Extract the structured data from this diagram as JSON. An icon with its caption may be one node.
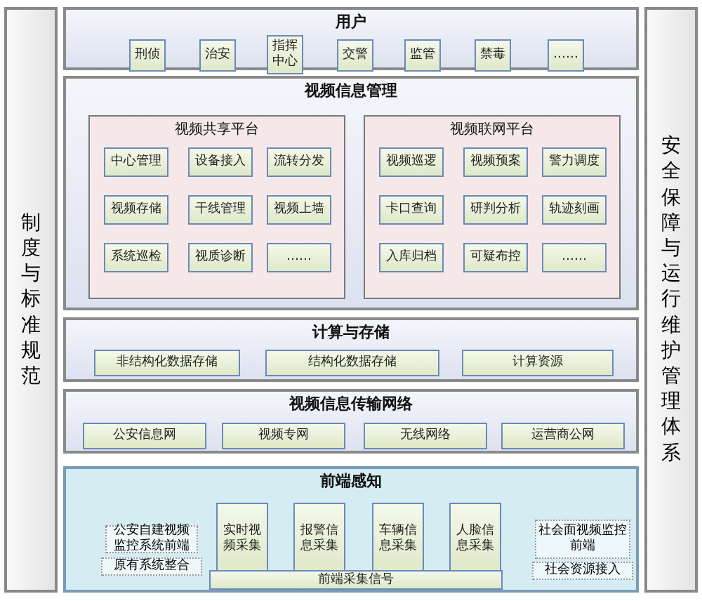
{
  "diagram": {
    "nodes": [
      {
        "text": [
          "用户"
        ]
      },
      {
        "text": [
          "刑侦"
        ],
        "in": 0
      },
      {
        "text": [
          "治安"
        ],
        "in": 0
      },
      {
        "text": [
          "指挥中心"
        ],
        "in": 0
      },
      {
        "text": [
          "交警"
        ],
        "in": 0
      },
      {
        "text": [
          "监管"
        ],
        "in": 0
      },
      {
        "text": [
          "禁毒"
        ],
        "in": 0
      },
      {
        "text": [
          "……"
        ],
        "in": 0
      },
      {
        "text": [
          "视频信息管理"
        ]
      },
      {
        "text": [
          "视频共享平台"
        ],
        "in": 8
      },
      {
        "text": [
          "中心管理"
        ],
        "in": 9
      },
      {
        "text": [
          "设备接入"
        ],
        "in": 9
      },
      {
        "text": [
          "流转分发"
        ],
        "in": 9
      },
      {
        "text": [
          "视频存储"
        ],
        "in": 9
      },
      {
        "text": [
          "干线管理"
        ],
        "in": 9
      },
      {
        "text": [
          "视频上墙"
        ],
        "in": 9
      },
      {
        "text": [
          "系统巡检"
        ],
        "in": 9
      },
      {
        "text": [
          "视质诊断"
        ],
        "in": 9
      },
      {
        "text": [
          "……"
        ],
        "in": 9
      },
      {
        "text": [
          "视频联网平台"
        ],
        "in": 8
      },
      {
        "text": [
          "视频巡逻"
        ],
        "in": 19
      },
      {
        "text": [
          "视频预案"
        ],
        "in": 19
      },
      {
        "text": [
          "警力调度"
        ],
        "in": 19
      },
      {
        "text": [
          "卡口查询"
        ],
        "in": 19
      },
      {
        "text": [
          "研判分析"
        ],
        "in": 19
      },
      {
        "text": [
          "轨迹刻画"
        ],
        "in": 19
      },
      {
        "text": [
          "入库归档"
        ],
        "in": 19
      },
      {
        "text": [
          "可疑布控"
        ],
        "in": 19
      },
      {
        "text": [
          "……"
        ],
        "in": 19
      },
      {
        "text": [
          "计算与存储"
        ]
      },
      {
        "text": [
          "非结构化数据存储"
        ],
        "in": 29
      },
      {
        "text": [
          "结构化数据存储"
        ],
        "in": 29
      },
      {
        "text": [
          "计算资源"
        ],
        "in": 29
      },
      {
        "text": [
          "视频信息传输网络"
        ]
      },
      {
        "text": [
          "公安信息网"
        ],
        "in": 33
      },
      {
        "text": [
          "视频专网"
        ],
        "in": 33
      },
      {
        "text": [
          "无线网络"
        ],
        "in": 33
      },
      {
        "text": [
          "运营商公网"
        ],
        "in": 33
      },
      {
        "text": [
          "前端感知"
        ]
      },
      {
        "text": [
          "公安自建视频监控系统前端"
        ],
        "in": 38
      },
      {
        "text": [
          "原有系统整合"
        ],
        "in": 38
      },
      {
        "text": [
          "实时视频采集"
        ],
        "in": 38
      },
      {
        "text": [
          "报警信息采集"
        ],
        "in": 38
      },
      {
        "text": [
          "车辆信息采集"
        ],
        "in": 38
      },
      {
        "text": [
          "人脸信息采集"
        ],
        "in": 38
      },
      {
        "text": [
          "前端采集信号"
        ],
        "in": 38
      },
      {
        "text": [
          "社会面视频监控前端"
        ],
        "in": 38
      },
      {
        "text": [
          "社会资源接入"
        ],
        "in": 38
      },
      {
        "text": [
          "制度与标准规范"
        ]
      },
      {
        "text": [
          "安全保障与运行维护管理体系"
        ]
      }
    ],
    "edges": []
  }
}
